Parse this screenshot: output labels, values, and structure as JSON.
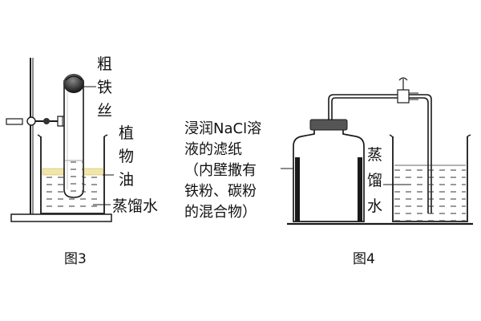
{
  "figure3": {
    "caption": "图3",
    "labels": [
      "粗",
      "铁",
      "丝",
      "植",
      "物",
      "油",
      "蒸馏水"
    ]
  },
  "figure4": {
    "caption": "图4",
    "paper_label_lines": [
      "浸润NaCl溶",
      "液的滤纸",
      "（内壁撒有",
      "铁粉、碳粉",
      "的混合物）"
    ],
    "water_label_lines": [
      "蒸",
      "馏",
      "水"
    ]
  },
  "colors": {
    "line": "#1a1a1a",
    "oil": "#f2e6a6",
    "water_dash": "#333333",
    "stopper": "#555555",
    "paper": "#1a1a1a"
  }
}
